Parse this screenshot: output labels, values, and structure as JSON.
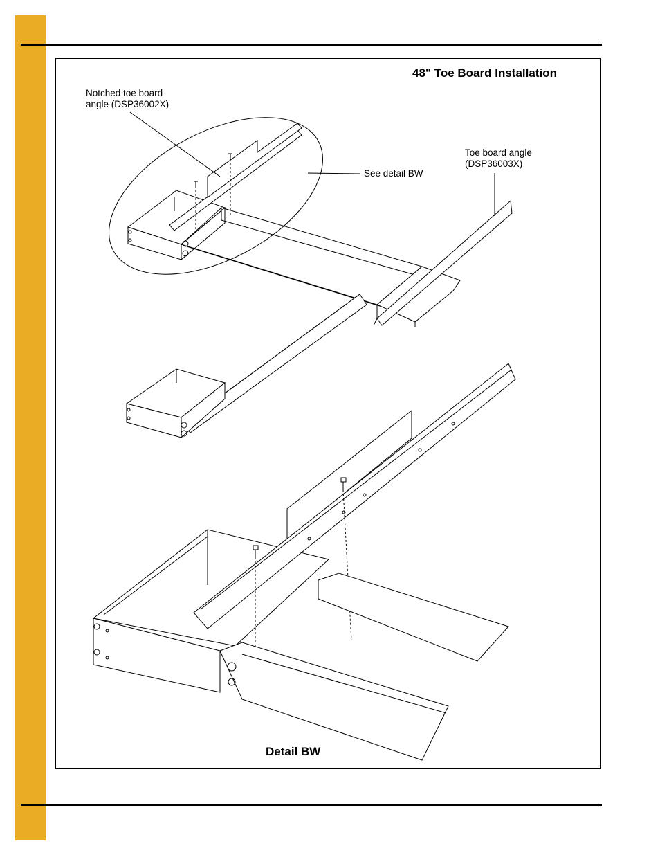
{
  "colors": {
    "accent_bar": "#e9ac24",
    "rules": "#000000",
    "line_art": "#000000"
  },
  "figure": {
    "title": "48\" Toe Board Installation",
    "detail_label": "Detail BW",
    "callouts": {
      "notched": {
        "line1": "Notched toe board",
        "line2": "angle (DSP36002X)"
      },
      "see_detail": "See detail BW",
      "toe_board": {
        "line1": "Toe board angle",
        "line2": "(DSP36003X)"
      }
    }
  }
}
